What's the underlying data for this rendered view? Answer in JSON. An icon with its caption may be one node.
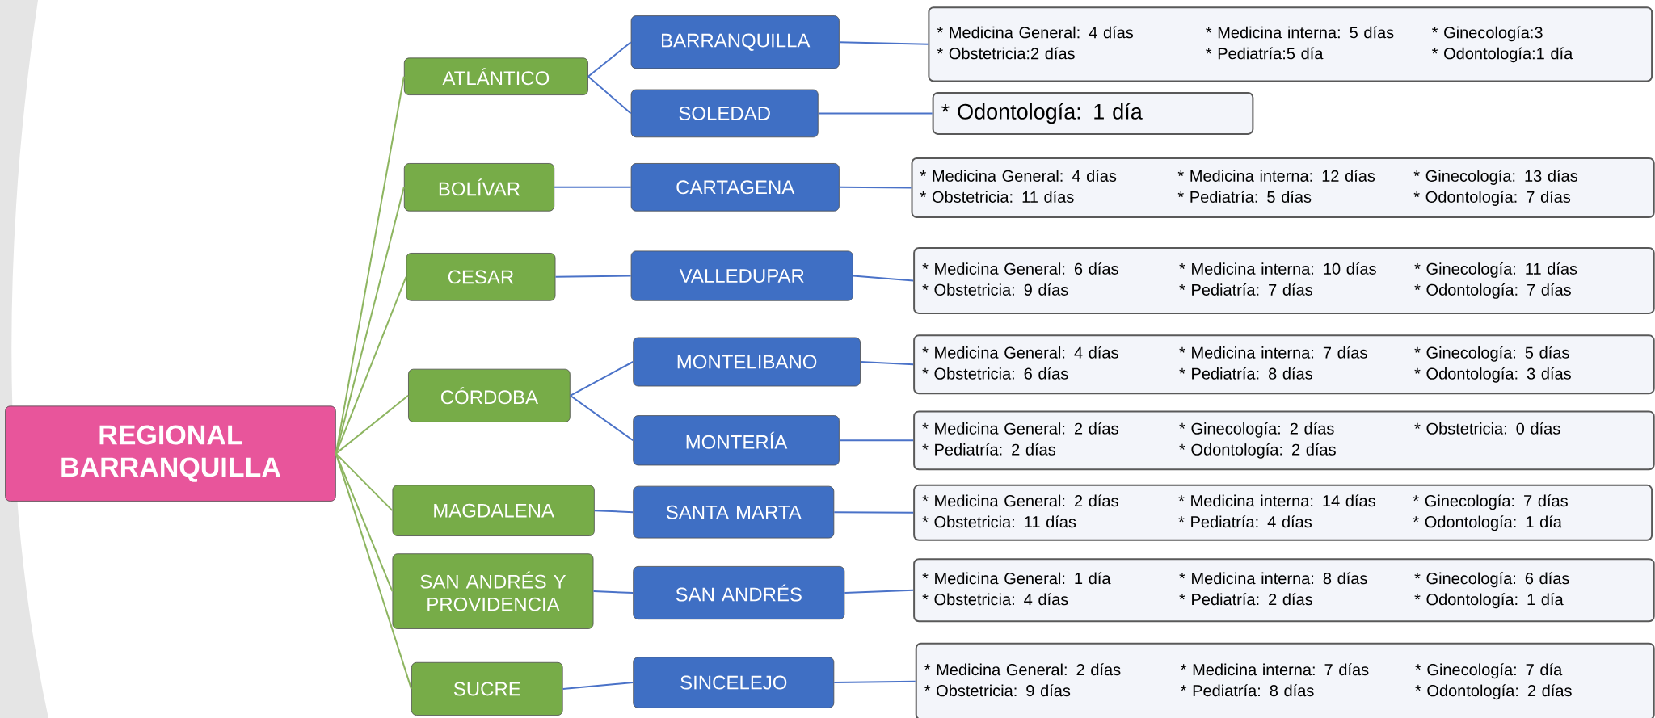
{
  "diagram": {
    "nodes": [
      {
        "text": [
          "REGIONAL BARRANQUILLA"
        ]
      },
      {
        "text": [
          "ATLÁNTICO"
        ]
      },
      {
        "text": [
          "BOLÍVAR"
        ]
      },
      {
        "text": [
          "CESAR"
        ]
      },
      {
        "text": [
          "CÓRDOBA"
        ]
      },
      {
        "text": [
          "MAGDALENA"
        ]
      },
      {
        "text": [
          "SAN ANDRÉS Y PROVIDENCIA"
        ]
      },
      {
        "text": [
          "SUCRE"
        ]
      },
      {
        "text": [
          "BARRANQUILLA"
        ]
      },
      {
        "text": [
          "SOLEDAD"
        ]
      },
      {
        "text": [
          "CARTAGENA"
        ]
      },
      {
        "text": [
          "VALLEDUPAR"
        ]
      },
      {
        "text": [
          "MONTELIBANO"
        ]
      },
      {
        "text": [
          "MONTERÍA"
        ]
      },
      {
        "text": [
          "SANTA MARTA"
        ]
      },
      {
        "text": [
          "SAN ANDRÉS"
        ]
      },
      {
        "text": [
          "SINCELEJO"
        ]
      },
      {
        "text": [
          "* Medicina General: 4 días",
          "* Medicina interna: 5 días",
          "* Ginecología:3",
          "* Obstetricia:2 días",
          "* Pediatría:5 día",
          "* Odontología:1 día"
        ]
      },
      {
        "text": [
          "* Odontología: 1 día"
        ]
      },
      {
        "text": [
          "* Medicina General: 4 días",
          "* Medicina interna: 12 días",
          "* Ginecología: 13 días",
          "* Obstetricia: 11 días",
          "* Pediatría: 5 días",
          "* Odontología: 7 días"
        ]
      },
      {
        "text": [
          "* Medicina General: 6 días",
          "* Medicina interna: 10 días",
          "* Ginecología: 11 días",
          "* Obstetricia: 9 días",
          "* Pediatría: 7 días",
          "* Odontología: 7 días"
        ]
      },
      {
        "text": [
          "* Medicina General: 4 días",
          "* Medicina interna: 7 días",
          "* Ginecología: 5 días",
          "* Obstetricia: 6 días",
          "* Pediatría: 8 días",
          "* Odontología: 3 días"
        ]
      },
      {
        "text": [
          "* Medicina General: 2 días",
          "* Ginecología: 2 días",
          "* Obstetricia: 0 días",
          "* Pediatría: 2 días",
          "* Odontología: 2 días"
        ]
      },
      {
        "text": [
          "* Medicina General: 2 días",
          "* Medicina interna: 14 días",
          "* Ginecología: 7 días",
          "* Obstetricia: 11 días",
          "* Pediatría: 4 días",
          "* Odontología: 1 día"
        ]
      },
      {
        "text": [
          "* Medicina General: 1 día",
          "* Medicina interna: 8 días",
          "* Ginecología: 6 días",
          "* Obstetricia: 4 días",
          "* Pediatría: 2 días",
          "* Odontología: 1 día"
        ]
      },
      {
        "text": [
          "* Medicina General: 2 días",
          "* Medicina interna: 7 días",
          "* Ginecología: 7 día",
          "* Obstetricia: 9 días",
          "* Pediatría: 8 días",
          "* Odontología: 2 días"
        ]
      }
    ],
    "edges": [
      {
        "from": 0,
        "to": 1,
        "arrow": "none",
        "color": "#8db560"
      },
      {
        "from": 0,
        "to": 2,
        "arrow": "none",
        "color": "#8db560"
      },
      {
        "from": 0,
        "to": 3,
        "arrow": "none",
        "color": "#8db560"
      },
      {
        "from": 0,
        "to": 4,
        "arrow": "none",
        "color": "#8db560"
      },
      {
        "from": 0,
        "to": 5,
        "arrow": "none",
        "color": "#8db560"
      },
      {
        "from": 0,
        "to": 6,
        "arrow": "none",
        "color": "#8db560"
      },
      {
        "from": 0,
        "to": 7,
        "arrow": "none",
        "color": "#8db560"
      },
      {
        "from": 1,
        "to": 8,
        "arrow": "none"
      },
      {
        "from": 1,
        "to": 9,
        "arrow": "none"
      },
      {
        "from": 2,
        "to": 10,
        "arrow": "none"
      },
      {
        "from": 3,
        "to": 11,
        "arrow": "none"
      },
      {
        "from": 4,
        "to": 12,
        "arrow": "none"
      },
      {
        "from": 4,
        "to": 13,
        "arrow": "none"
      },
      {
        "from": 5,
        "to": 14,
        "arrow": "none"
      },
      {
        "from": 6,
        "to": 15,
        "arrow": "none"
      },
      {
        "from": 7,
        "to": 16,
        "arrow": "none"
      },
      {
        "from": 8,
        "to": 17,
        "arrow": "none"
      },
      {
        "from": 9,
        "to": 18,
        "arrow": "none"
      },
      {
        "from": 10,
        "to": 19,
        "arrow": "none"
      },
      {
        "from": 11,
        "to": 20,
        "arrow": "none"
      },
      {
        "from": 12,
        "to": 21,
        "arrow": "none"
      },
      {
        "from": 13,
        "to": 22,
        "arrow": "none"
      },
      {
        "from": 14,
        "to": 23,
        "arrow": "none"
      },
      {
        "from": 15,
        "to": 24,
        "arrow": "none"
      },
      {
        "from": 16,
        "to": 25,
        "arrow": "none"
      }
    ]
  }
}
